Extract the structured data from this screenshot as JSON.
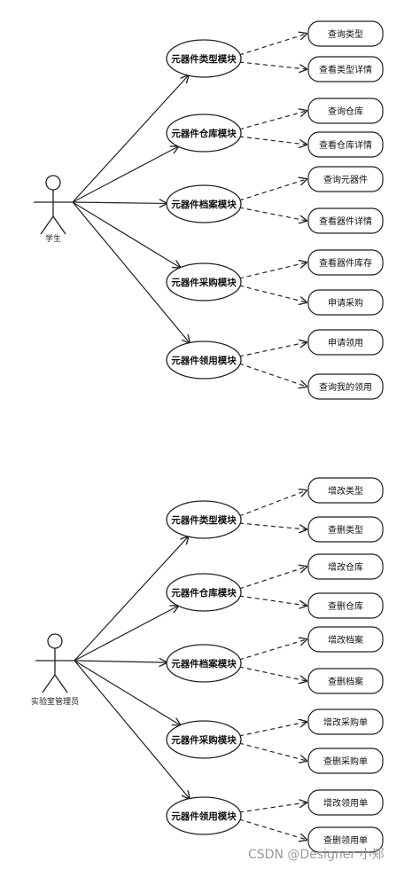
{
  "diagrams": [
    {
      "actor": "学生",
      "modules": [
        {
          "label": "元器件类型模块",
          "uses": [
            "查询类型",
            "查看类型详情"
          ]
        },
        {
          "label": "元器件仓库模块",
          "uses": [
            "查询仓库",
            "查看仓库详情"
          ]
        },
        {
          "label": "元器件档案模块",
          "uses": [
            "查询元器件",
            "查看器件详情"
          ]
        },
        {
          "label": "元器件采购模块",
          "uses": [
            "查看器件库存",
            "申请采购"
          ]
        },
        {
          "label": "元器件领用模块",
          "uses": [
            "申请领用",
            "查询我的领用"
          ]
        }
      ]
    },
    {
      "actor": "实验室管理员",
      "modules": [
        {
          "label": "元器件类型模块",
          "uses": [
            "增改类型",
            "查删类型"
          ]
        },
        {
          "label": "元器件仓库模块",
          "uses": [
            "增改仓库",
            "查删仓库"
          ]
        },
        {
          "label": "元器件档案模块",
          "uses": [
            "增改档案",
            "查删档案"
          ]
        },
        {
          "label": "元器件采购模块",
          "uses": [
            "增改采购单",
            "查删采购单"
          ]
        },
        {
          "label": "元器件领用模块",
          "uses": [
            "增改领用单",
            "查删领用单"
          ]
        }
      ]
    }
  ],
  "watermark": "CSDN @Designer 小郑"
}
